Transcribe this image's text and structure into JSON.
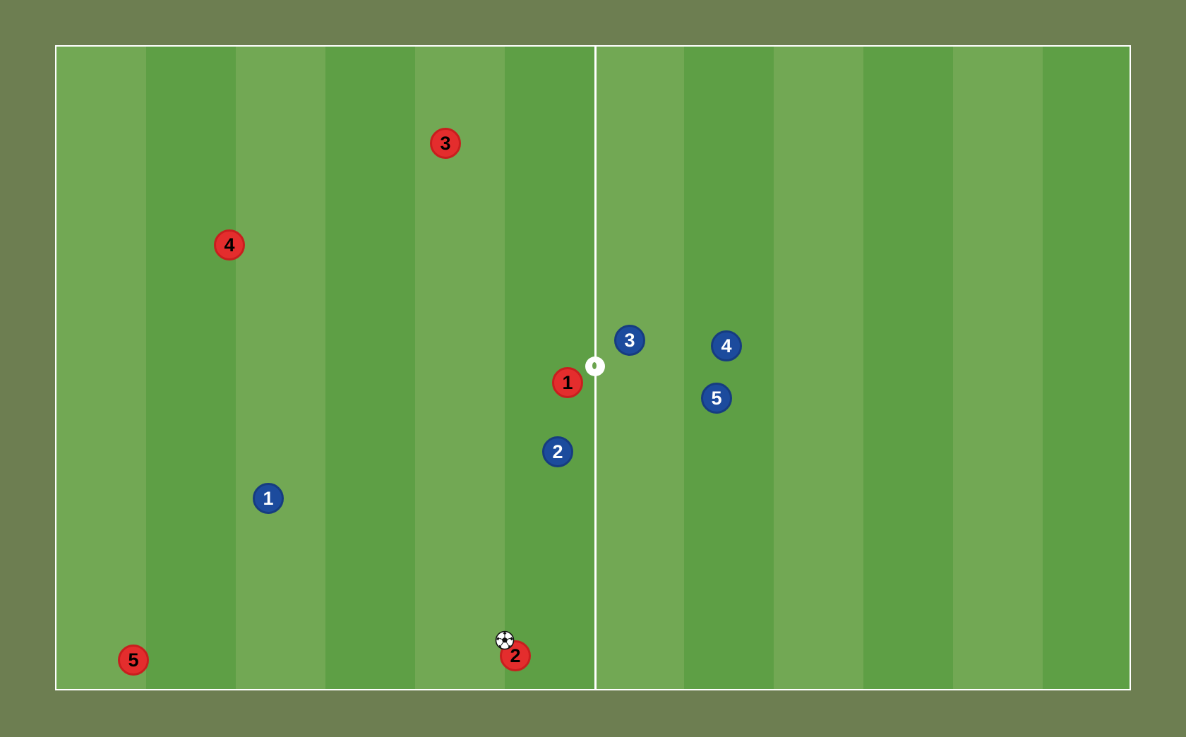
{
  "pitch": {
    "line_color": "#ffffff",
    "stripe_light": "#72a854",
    "stripe_dark": "#5e9f45",
    "surround_color": "#6d7e51"
  },
  "team_red": {
    "color": "#e42d2d",
    "players": [
      {
        "number": "1"
      },
      {
        "number": "2"
      },
      {
        "number": "3"
      },
      {
        "number": "4"
      },
      {
        "number": "5"
      }
    ]
  },
  "team_blue": {
    "color": "#1c4b9d",
    "players": [
      {
        "number": "1"
      },
      {
        "number": "2"
      },
      {
        "number": "3"
      },
      {
        "number": "4"
      },
      {
        "number": "5"
      }
    ]
  },
  "ball": {
    "icon": "soccer-ball-icon"
  }
}
